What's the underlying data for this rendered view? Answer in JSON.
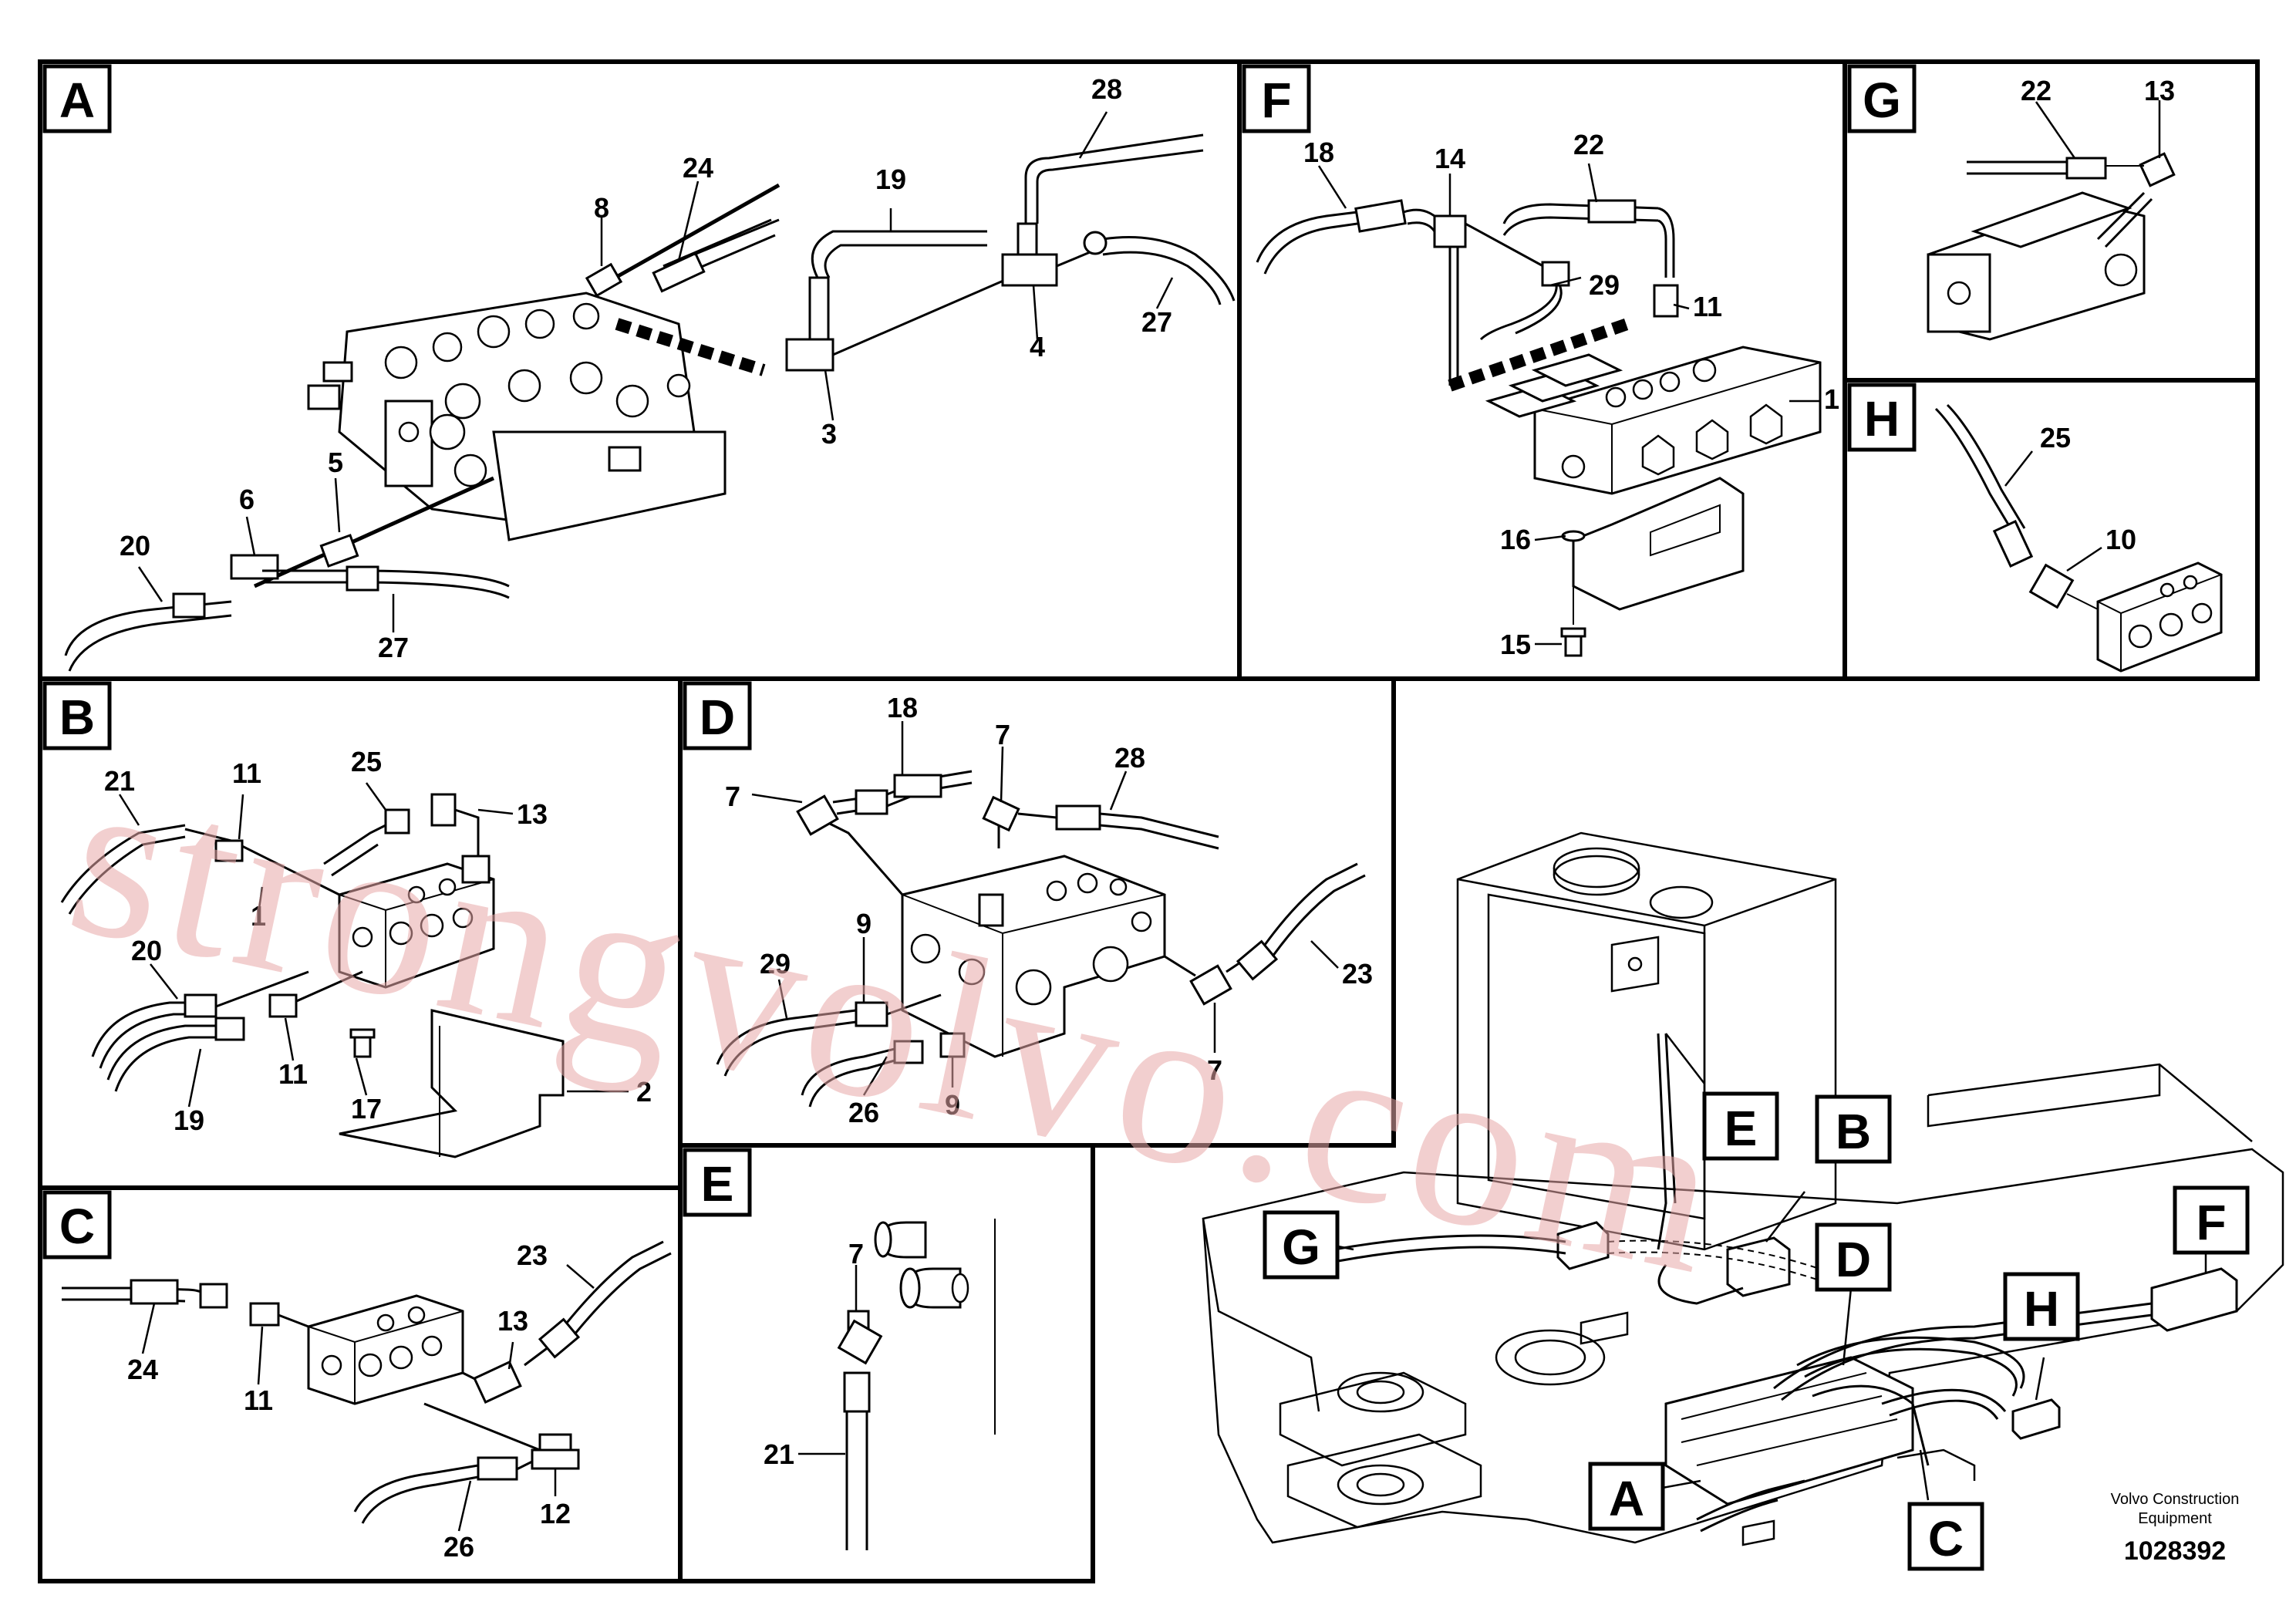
{
  "panels": [
    {
      "id": "A",
      "label": "A"
    },
    {
      "id": "F",
      "label": "F"
    },
    {
      "id": "G",
      "label": "G"
    },
    {
      "id": "H",
      "label": "H"
    },
    {
      "id": "B",
      "label": "B"
    },
    {
      "id": "D",
      "label": "D"
    },
    {
      "id": "C",
      "label": "C"
    },
    {
      "id": "E",
      "label": "E"
    }
  ],
  "overview_tags": [
    "E",
    "B",
    "G",
    "D",
    "F",
    "H",
    "A",
    "C"
  ],
  "callouts": {
    "A": [
      "8",
      "24",
      "19",
      "28",
      "27",
      "4",
      "3",
      "5",
      "6",
      "20",
      "27"
    ],
    "F": [
      "18",
      "14",
      "22",
      "29",
      "11",
      "1",
      "16",
      "15"
    ],
    "G": [
      "22",
      "13"
    ],
    "H": [
      "25",
      "10"
    ],
    "B": [
      "21",
      "11",
      "25",
      "13",
      "1",
      "20",
      "11",
      "19",
      "17",
      "2"
    ],
    "D": [
      "18",
      "7",
      "28",
      "7",
      "9",
      "29",
      "26",
      "9",
      "23",
      "7"
    ],
    "C": [
      "24",
      "11",
      "23",
      "13",
      "12",
      "26"
    ],
    "E": [
      "7",
      "21"
    ]
  },
  "footer": {
    "company_line1": "Volvo Construction",
    "company_line2": "Equipment",
    "drawing_number": "1028392"
  },
  "watermark": "strongvolvo.com"
}
